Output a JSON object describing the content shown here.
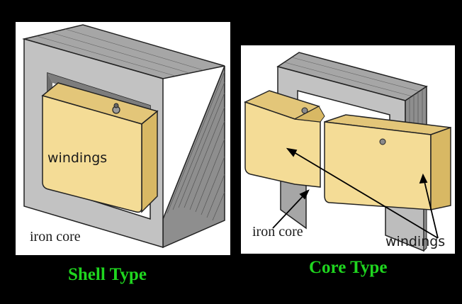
{
  "shell": {
    "winding_label": "windings",
    "core_label": "iron core",
    "caption": "Shell Type"
  },
  "core": {
    "core_label": "iron core",
    "winding_label": "windings",
    "caption": "Core Type"
  },
  "colors": {
    "background": "#000000",
    "panel": "#ffffff",
    "iron": "#bdbdbd",
    "iron_dark": "#8e8e8e",
    "winding": "#f4dc96",
    "winding_dark": "#e3c679",
    "caption": "#1fd61f"
  }
}
